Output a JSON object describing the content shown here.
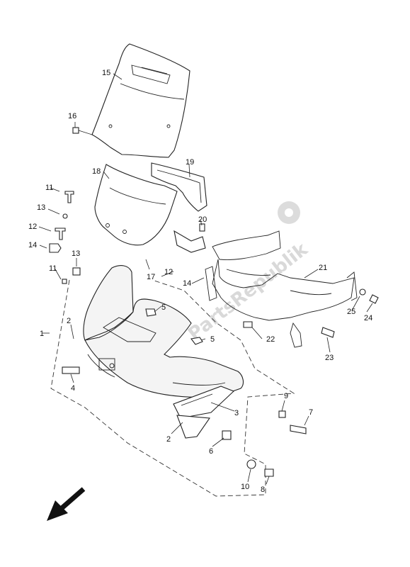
{
  "diagram": {
    "callouts": [
      "1",
      "2",
      "2",
      "3",
      "4",
      "5",
      "5",
      "6",
      "7",
      "8",
      "9",
      "10",
      "11",
      "11",
      "12",
      "12",
      "13",
      "13",
      "14",
      "14",
      "15",
      "16",
      "17",
      "18",
      "19",
      "20",
      "21",
      "22",
      "23",
      "24",
      "25"
    ],
    "labels": {
      "c1": "1",
      "c2a": "2",
      "c2b": "2",
      "c3": "3",
      "c4": "4",
      "c5a": "5",
      "c5b": "5",
      "c6": "6",
      "c7": "7",
      "c8": "8",
      "c9": "9",
      "c10": "10",
      "c11a": "11",
      "c11b": "11",
      "c12a": "12",
      "c12b": "12",
      "c13a": "13",
      "c13b": "13",
      "c14a": "14",
      "c14b": "14",
      "c15": "15",
      "c16": "16",
      "c17": "17",
      "c18": "18",
      "c19": "19",
      "c20": "20",
      "c21": "21",
      "c22": "22",
      "c23": "23",
      "c24": "24",
      "c25": "25"
    },
    "watermark": "PartsRepublik",
    "direction_arrow": "front-arrow-icon"
  }
}
